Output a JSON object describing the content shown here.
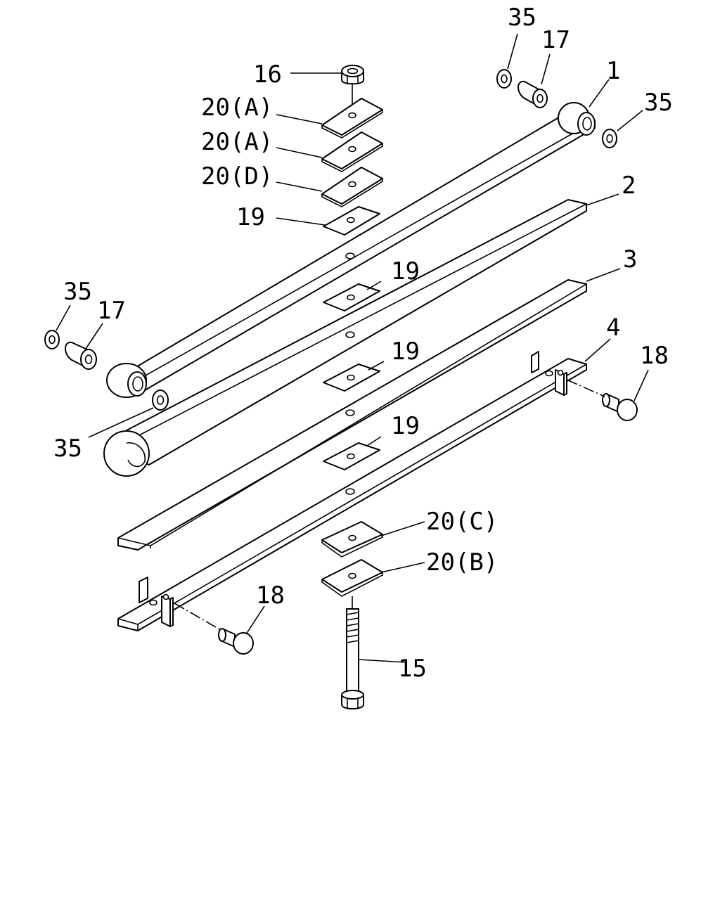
{
  "callouts": {
    "c16": "16",
    "c20a_1": "20(A)",
    "c20a_2": "20(A)",
    "c20d": "20(D)",
    "c19_top": "19",
    "c19_l1": "19",
    "c19_l2": "19",
    "c19_l3": "19",
    "c35_top": "35",
    "c17_top": "17",
    "c1": "1",
    "c35_right": "35",
    "c2": "2",
    "c3": "3",
    "c4": "4",
    "c18_right": "18",
    "c35_left": "35",
    "c17_left": "17",
    "c35_bottom": "35",
    "c20c": "20(C)",
    "c20b": "20(B)",
    "c18_left": "18",
    "c15": "15"
  }
}
